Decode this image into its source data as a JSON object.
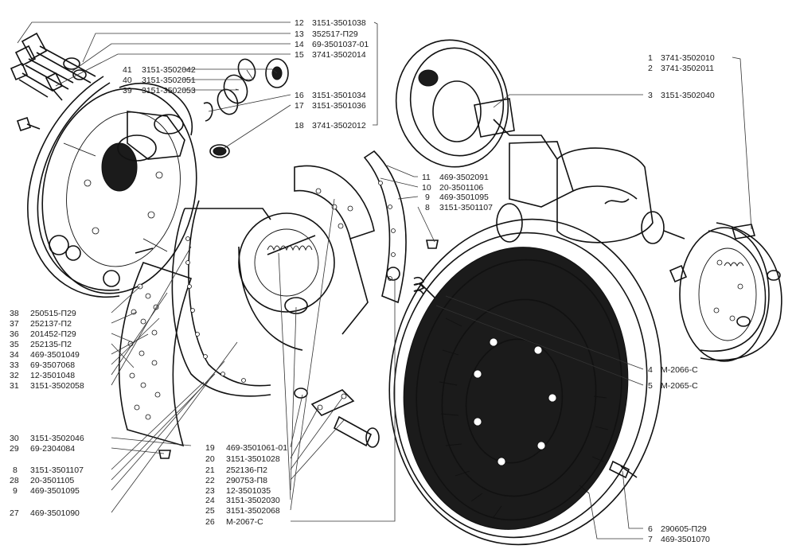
{
  "labels": [
    {
      "num": "12",
      "code": "3151-3501038"
    },
    {
      "num": "13",
      "code": "352517-П29"
    },
    {
      "num": "14",
      "code": "69-3501037-01"
    },
    {
      "num": "15",
      "code": "3741-3502014"
    },
    {
      "num": "41",
      "code": "3151-3502042"
    },
    {
      "num": "40",
      "code": "3151-3502051"
    },
    {
      "num": "39",
      "code": "3151-3502053"
    },
    {
      "num": "16",
      "code": "3151-3501034"
    },
    {
      "num": "17",
      "code": "3151-3501036"
    },
    {
      "num": "18",
      "code": "3741-3502012"
    },
    {
      "num": "1",
      "code": "3741-3502010"
    },
    {
      "num": "2",
      "code": "3741-3502011"
    },
    {
      "num": "3",
      "code": "3151-3502040"
    },
    {
      "num": "11",
      "code": "469-3502091"
    },
    {
      "num": "10",
      "code": "20-3501106"
    },
    {
      "num": "9",
      "code": "469-3501095"
    },
    {
      "num": "8",
      "code": "3151-3501107"
    },
    {
      "num": "38",
      "code": "250515-П29"
    },
    {
      "num": "37",
      "code": "252137-П2"
    },
    {
      "num": "36",
      "code": "201452-П29"
    },
    {
      "num": "35",
      "code": "252135-П2"
    },
    {
      "num": "34",
      "code": "469-3501049"
    },
    {
      "num": "33",
      "code": "69-3507068"
    },
    {
      "num": "32",
      "code": "12-3501048"
    },
    {
      "num": "31",
      "code": "3151-3502058"
    },
    {
      "num": "4",
      "code": "М-2066-С"
    },
    {
      "num": "5",
      "code": "М-2065-С"
    },
    {
      "num": "30",
      "code": "3151-3502046"
    },
    {
      "num": "29",
      "code": "69-2304084"
    },
    {
      "num": "19",
      "code": "469-3501061-01"
    },
    {
      "num": "20",
      "code": "3151-3501028"
    },
    {
      "num": "21",
      "code": "252136-П2"
    },
    {
      "num": "22",
      "code": "290753-П8"
    },
    {
      "num": "23",
      "code": "12-3501035"
    },
    {
      "num": "24",
      "code": "3151-3502030"
    },
    {
      "num": "25",
      "code": "3151-3502068"
    },
    {
      "num": "26",
      "code": "М-2067-С"
    },
    {
      "num": "8",
      "code": "3151-3501107"
    },
    {
      "num": "28",
      "code": "20-3501105"
    },
    {
      "num": "9",
      "code": "469-3501095"
    },
    {
      "num": "27",
      "code": "469-3501090"
    },
    {
      "num": "6",
      "code": "290605-П29"
    },
    {
      "num": "7",
      "code": "469-3501070"
    }
  ]
}
